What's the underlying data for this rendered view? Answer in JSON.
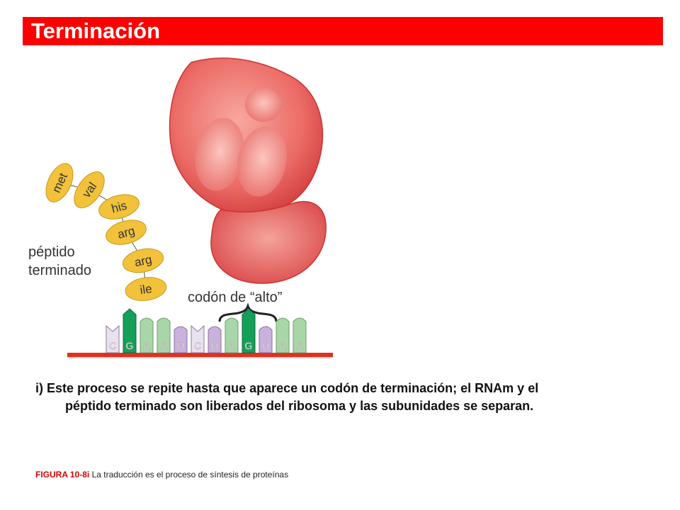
{
  "title": "Terminación",
  "diagram": {
    "amino_acids": [
      "met",
      "val",
      "his",
      "arg",
      "arg",
      "ile"
    ],
    "peptide_label_line1": "péptido",
    "peptide_label_line2": "terminado",
    "stop_codon_label": "codón de “alto”",
    "mrna_bases": [
      "C",
      "G",
      "A",
      "A",
      "U",
      "C",
      "U",
      "A",
      "G",
      "U",
      "A",
      "A"
    ]
  },
  "caption": {
    "line1": "i) Este proceso se repite hasta que aparece un codón de terminación; el RNAm y el",
    "line2": "péptido terminado son liberados del ribosoma y las subunidades se separan."
  },
  "footer": {
    "figure_label": "FIGURA 10-8i",
    "text": " La traducción es el proceso de síntesis de proteínas"
  },
  "colors": {
    "title_bg": "#ff0000",
    "ribosome": "#e85a5a",
    "amino_acid": "#f2c23a",
    "mrna_backbone": "#e03020"
  }
}
